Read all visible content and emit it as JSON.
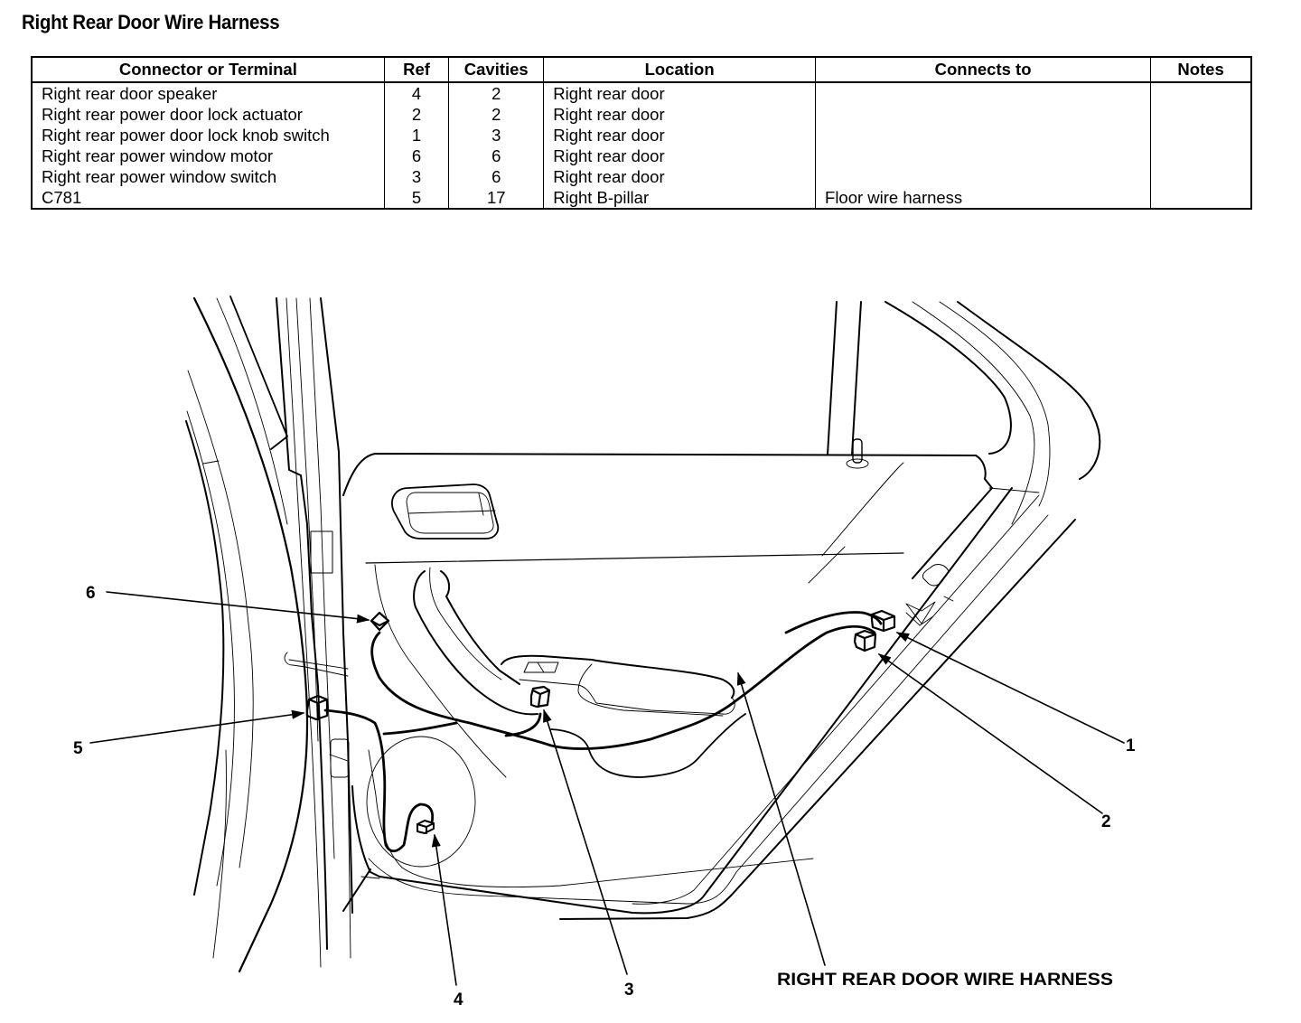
{
  "title": "Right Rear Door Wire Harness",
  "table": {
    "headers": {
      "connector": "Connector or Terminal",
      "ref": "Ref",
      "cavities": "Cavities",
      "location": "Location",
      "connects_to": "Connects to",
      "notes": "Notes"
    },
    "rows": [
      {
        "connector": "Right rear door speaker",
        "ref": "4",
        "cavities": "2",
        "location": "Right rear door",
        "connects_to": "",
        "notes": ""
      },
      {
        "connector": "Right rear power door lock actuator",
        "ref": "2",
        "cavities": "2",
        "location": "Right rear door",
        "connects_to": "",
        "notes": ""
      },
      {
        "connector": "Right rear power door lock knob switch",
        "ref": "1",
        "cavities": "3",
        "location": "Right rear door",
        "connects_to": "",
        "notes": ""
      },
      {
        "connector": "Right rear power window motor",
        "ref": "6",
        "cavities": "6",
        "location": "Right rear door",
        "connects_to": "",
        "notes": ""
      },
      {
        "connector": "Right rear power window switch",
        "ref": "3",
        "cavities": "6",
        "location": "Right rear door",
        "connects_to": "",
        "notes": ""
      },
      {
        "connector": "C781",
        "ref": "5",
        "cavities": "17",
        "location": "Right B-pillar",
        "connects_to": "Floor wire harness",
        "notes": ""
      }
    ]
  },
  "diagram": {
    "callouts": {
      "c1": "1",
      "c2": "2",
      "c3": "3",
      "c4": "4",
      "c5": "5",
      "c6": "6"
    },
    "harness_caption": "RIGHT REAR DOOR WIRE HARNESS"
  }
}
